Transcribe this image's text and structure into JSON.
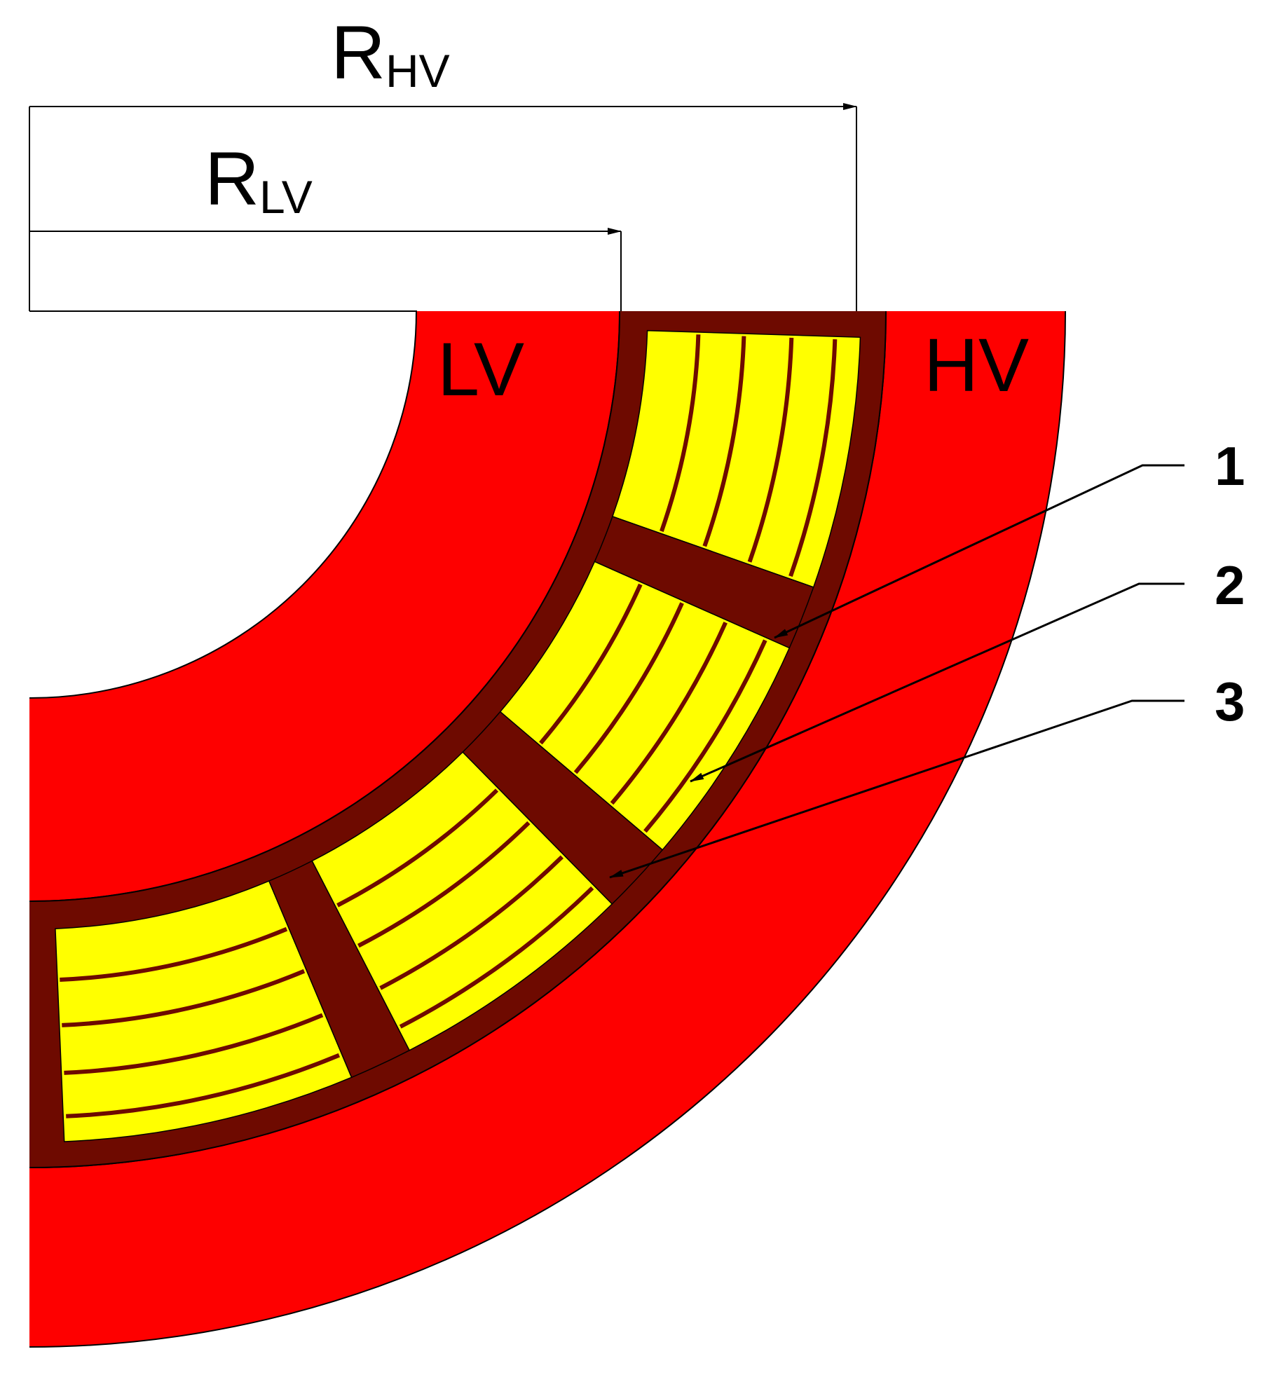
{
  "colors": {
    "background": "#ffffff",
    "winding": "#fe0000",
    "barrier": "#6e0a00",
    "oil_duct": "#ffff00",
    "outline": "#000000"
  },
  "dimensions": {
    "r_hv": {
      "base": "R",
      "sub": "HV"
    },
    "r_lv": {
      "base": "R",
      "sub": "LV"
    }
  },
  "regions": {
    "lv_label": "LV",
    "hv_label": "HV"
  },
  "callouts": [
    {
      "label": "1",
      "icon": "arrow-icon"
    },
    {
      "label": "2",
      "icon": "arrow-icon"
    },
    {
      "label": "3",
      "icon": "arrow-icon"
    }
  ]
}
